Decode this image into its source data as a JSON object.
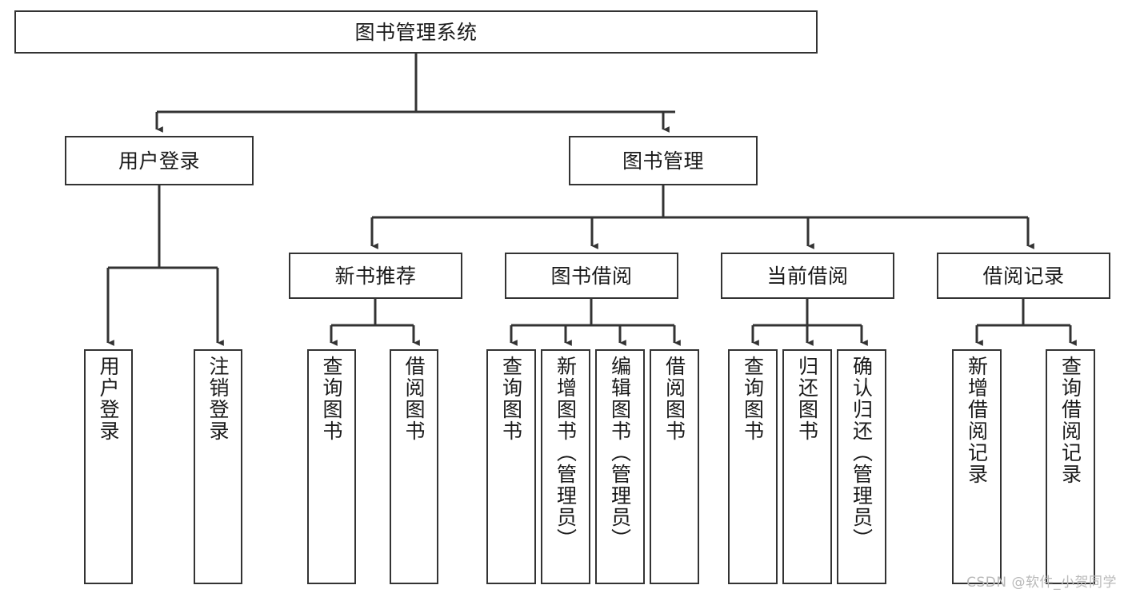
{
  "diagram": {
    "title": "图书管理系统",
    "watermark": "CSDN @软件_小贺同学",
    "line_color": "#333333",
    "box_fill": "#ffffff",
    "text_color": "#1a1a1a",
    "watermark_color": "#b9b9b9",
    "levels": {
      "root": {
        "label": "图书管理系统"
      },
      "level2": [
        {
          "label": "用户登录"
        },
        {
          "label": "图书管理"
        }
      ],
      "level3": [
        {
          "label": "新书推荐"
        },
        {
          "label": "图书借阅"
        },
        {
          "label": "当前借阅"
        },
        {
          "label": "借阅记录"
        }
      ],
      "leaves": {
        "user_login": [
          {
            "label": "用户登录"
          },
          {
            "label": "注销登录"
          }
        ],
        "new_book_recommend": [
          {
            "label": "查询图书"
          },
          {
            "label": "借阅图书"
          }
        ],
        "book_borrow": [
          {
            "label": "查询图书"
          },
          {
            "label": "新增图书（管理员）"
          },
          {
            "label": "编辑图书（管理员）"
          },
          {
            "label": "借阅图书"
          }
        ],
        "current_borrow": [
          {
            "label": "查询图书"
          },
          {
            "label": "归还图书"
          },
          {
            "label": "确认归还（管理员）"
          }
        ],
        "borrow_record": [
          {
            "label": "新增借阅记录"
          },
          {
            "label": "查询借阅记录"
          }
        ]
      }
    }
  }
}
